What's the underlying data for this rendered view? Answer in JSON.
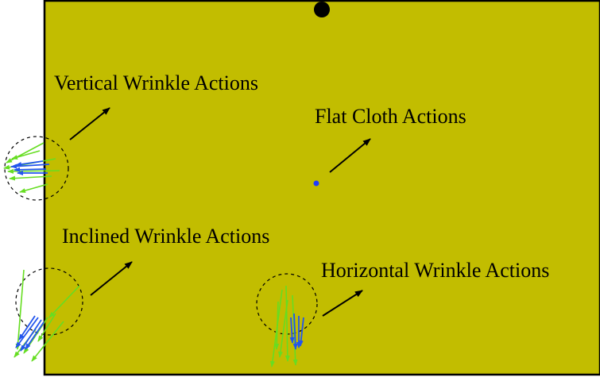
{
  "labels": {
    "vertical": "Vertical Wrinkle Actions",
    "flat": "Flat Cloth Actions",
    "inclined": "Inclined Wrinkle Actions",
    "horizontal": "Horizontal Wrinkle Actions"
  },
  "colors": {
    "cloth": "#c2bd00",
    "border": "#000000",
    "green_arrow": "#66dd22",
    "blue_arrow": "#2255ee",
    "flat_point": "#1e3cff",
    "pointer_arrow": "#000000"
  }
}
